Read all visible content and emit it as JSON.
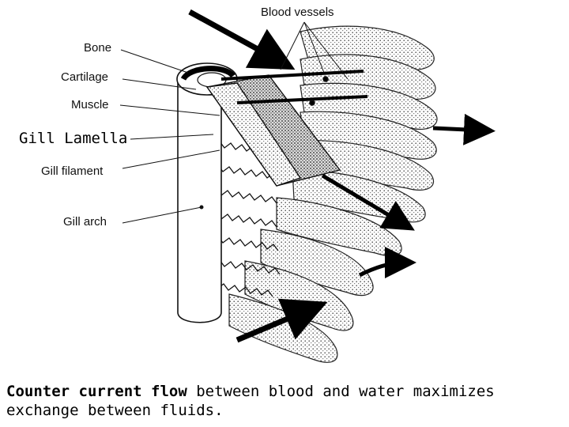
{
  "labels": {
    "blood_vessels": "Blood vessels",
    "bone": "Bone",
    "cartilage": "Cartilage",
    "muscle": "Muscle",
    "gill_lamella": "Gill Lamella",
    "gill_filament": "Gill filament",
    "gill_arch": "Gill arch"
  },
  "caption": {
    "emphasis": "Counter current flow",
    "rest_line1": " between blood and water maximizes",
    "line2": "exchange between fluids."
  }
}
